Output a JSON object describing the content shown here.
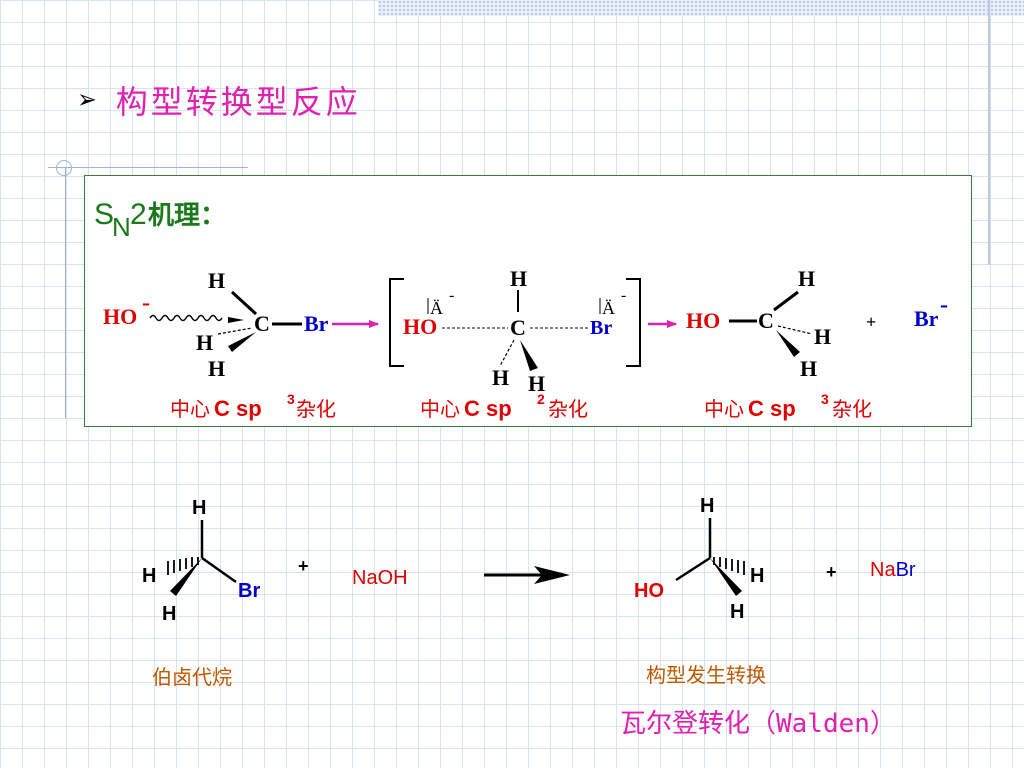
{
  "slide": {
    "bullet": "➢",
    "title": "构型转换型反应"
  },
  "mechanism": {
    "heading_S": "S",
    "heading_N": "N",
    "heading_2": "2",
    "heading_rest": " 机理：",
    "reactant": {
      "nucleophile": "HO",
      "charge": "-",
      "carbon": "C",
      "leaving": "Br",
      "h_top": "H",
      "h_left": "H",
      "h_bottom": "H",
      "hybrid_prefix": "中心",
      "hybrid_C": "C sp",
      "hybrid_sup": "3",
      "hybrid_suffix": " 杂化"
    },
    "transition": {
      "nucleophile": "HO",
      "carbon": "C",
      "leaving": "Br",
      "partial_left": "Ä",
      "partial_right": "Ä",
      "partial_charge": "-",
      "h_top": "H",
      "h_bottom_left": "H",
      "h_bottom_right": "H",
      "hybrid_prefix": "中心",
      "hybrid_C": "C sp",
      "hybrid_sup": "2",
      "hybrid_suffix": " 杂化"
    },
    "product": {
      "nucleophile": "HO",
      "carbon": "C",
      "h_top": "H",
      "h_right": "H",
      "h_bottom": "H",
      "plus": "+",
      "bromide": "Br",
      "bromide_charge": "-",
      "hybrid_prefix": "中心",
      "hybrid_C": "C sp",
      "hybrid_sup": "3",
      "hybrid_suffix": " 杂化"
    }
  },
  "reaction": {
    "reactant": {
      "h_top": "H",
      "h_left": "H",
      "h_bottom": "H",
      "br": "Br"
    },
    "plus1": "+",
    "reagent": "NaOH",
    "product": {
      "h_top": "H",
      "h_right": "H",
      "h_bottom": "H",
      "ho": "HO"
    },
    "plus2": "+",
    "salt_na": "Na",
    "salt_br": "Br",
    "label_left": "伯卤代烷",
    "label_right": "构型发生转换",
    "walden": "瓦尔登转化（Walden）"
  },
  "colors": {
    "title": "#e020b0",
    "heading": "#1a7a1a",
    "red": "#e00000",
    "blue": "#0000cc",
    "orange_label": "#c05800",
    "magenta": "#e020b0",
    "green_border": "#3a7a3a"
  }
}
